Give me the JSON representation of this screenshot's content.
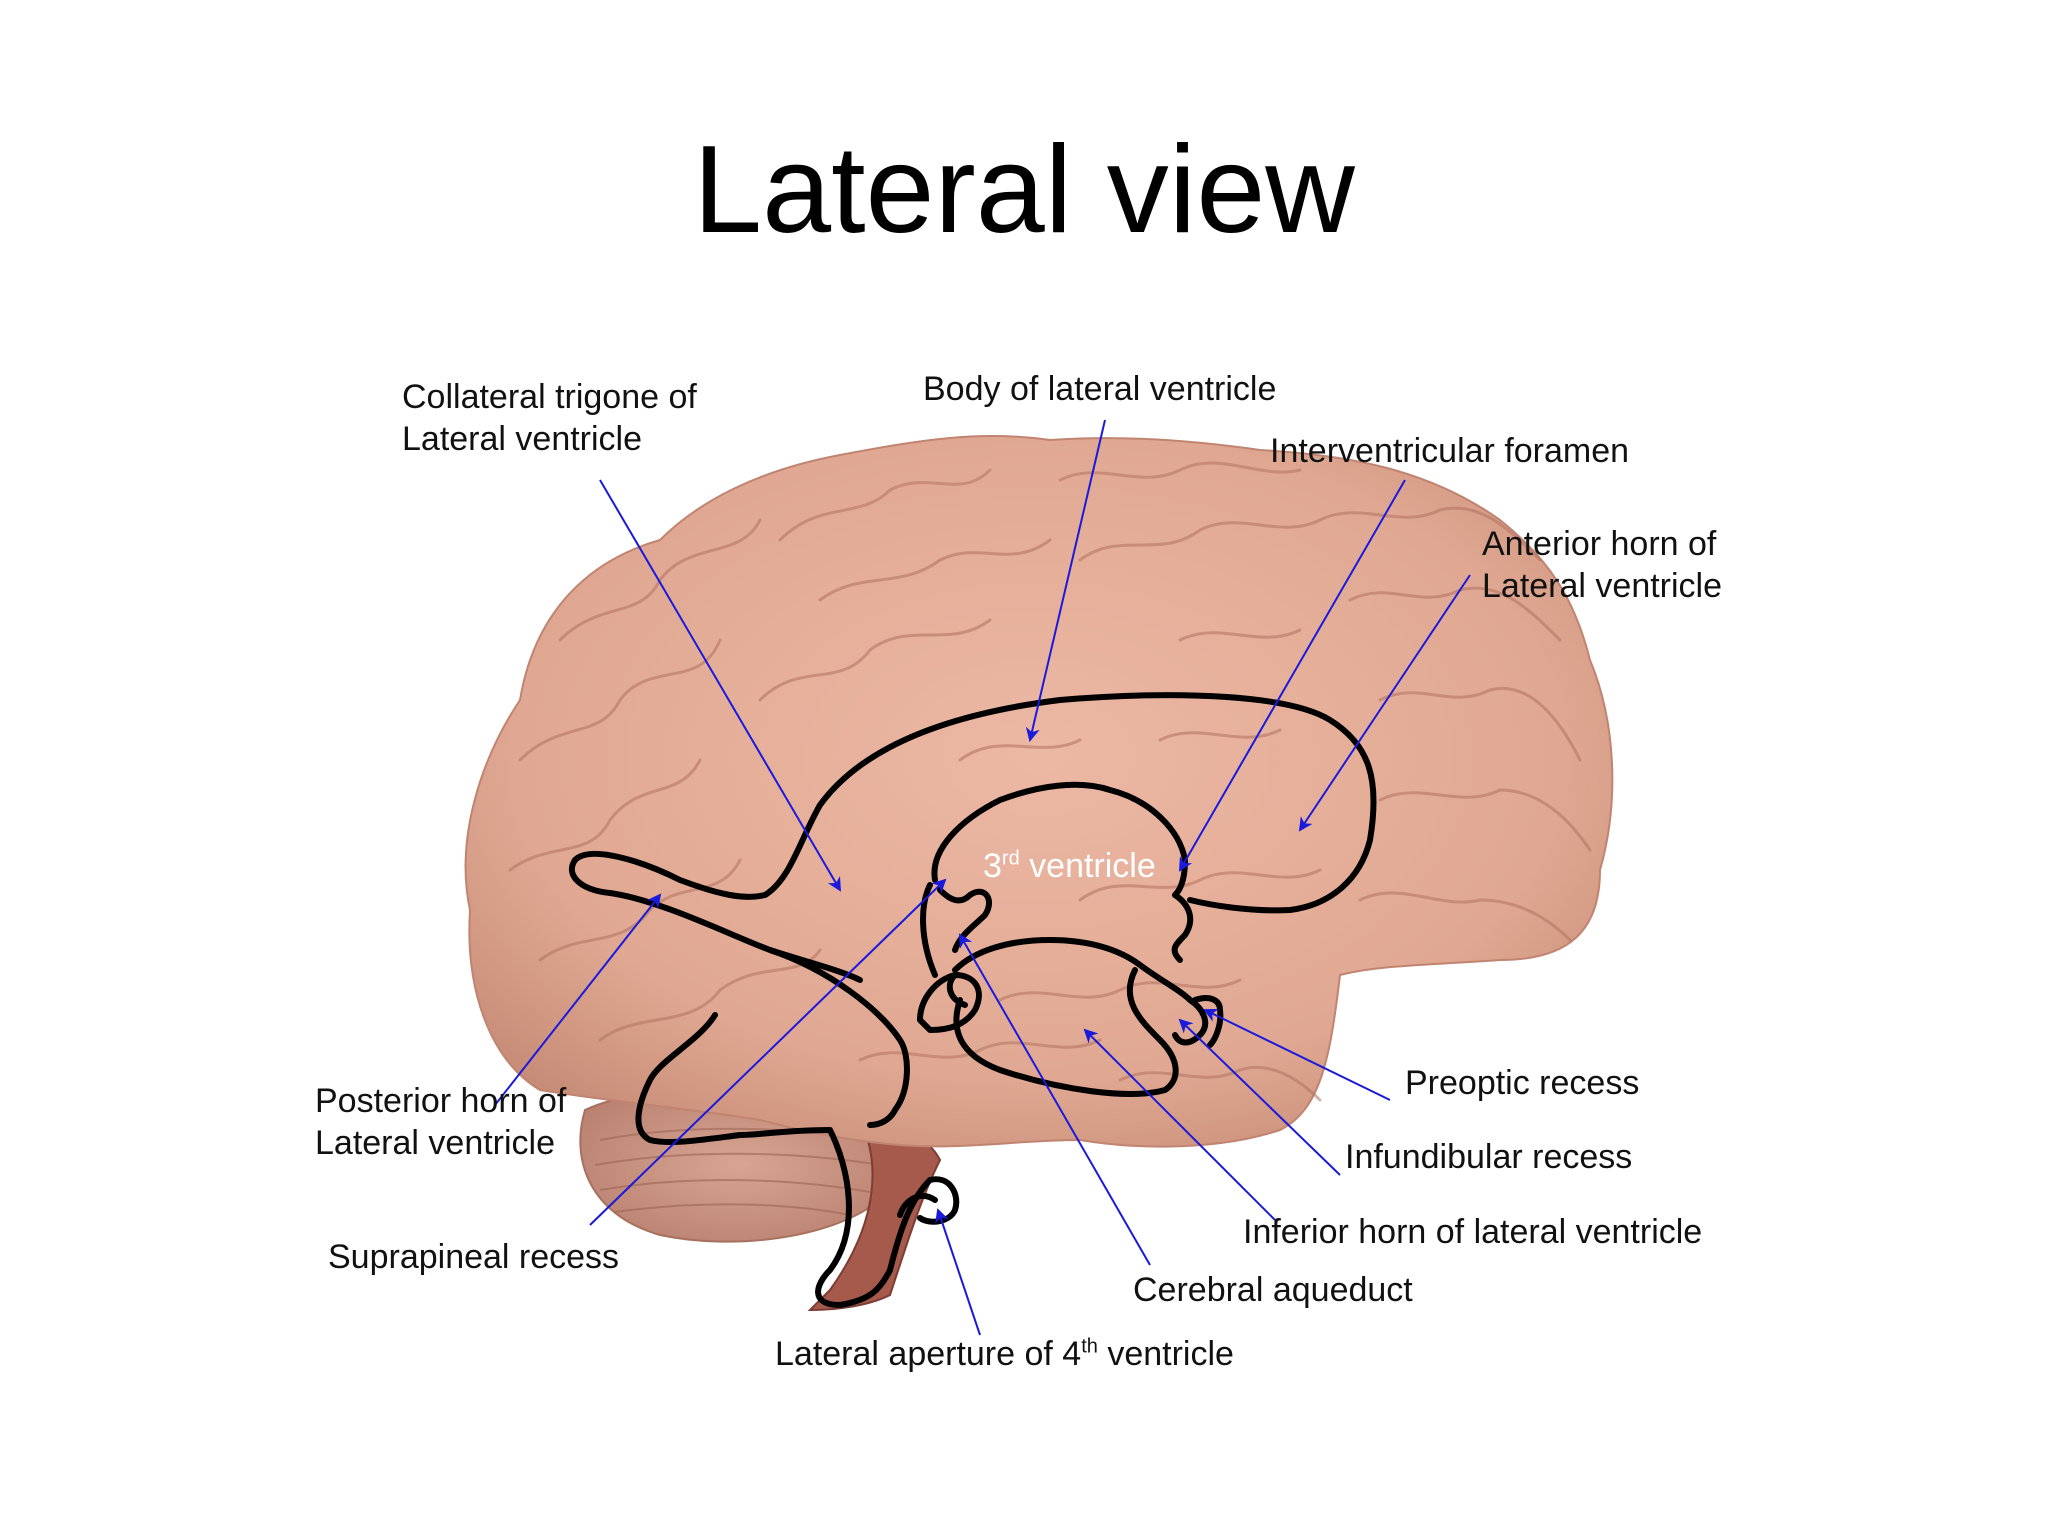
{
  "title": "Lateral view",
  "labels": {
    "collateral_trigone_1": "Collateral trigone of",
    "collateral_trigone_2": "Lateral ventricle",
    "body_lateral": "Body of lateral ventricle",
    "interventricular": "Interventricular foramen",
    "anterior_horn_1": "Anterior horn of",
    "anterior_horn_2": "Lateral ventricle",
    "third_prefix": "3",
    "third_sup": "rd",
    "third_suffix": " ventricle",
    "posterior_horn_1": "Posterior horn of",
    "posterior_horn_2": "Lateral ventricle",
    "suprapineal": "Suprapineal recess",
    "preoptic": "Preoptic recess",
    "infundibular": "Infundibular recess",
    "inferior_horn": "Inferior horn of lateral ventricle",
    "aqueduct": "Cerebral aqueduct",
    "lateral_aperture_prefix": "Lateral aperture of 4",
    "lateral_aperture_sup": "th",
    "lateral_aperture_suffix": " ventricle"
  },
  "colors": {
    "pointer": "#1a1adc",
    "outline": "#000000",
    "brain_base": "#e0a892",
    "brain_shadow": "#b87a68",
    "cerebellum": "#c99684",
    "brainstem": "#a0574a"
  }
}
